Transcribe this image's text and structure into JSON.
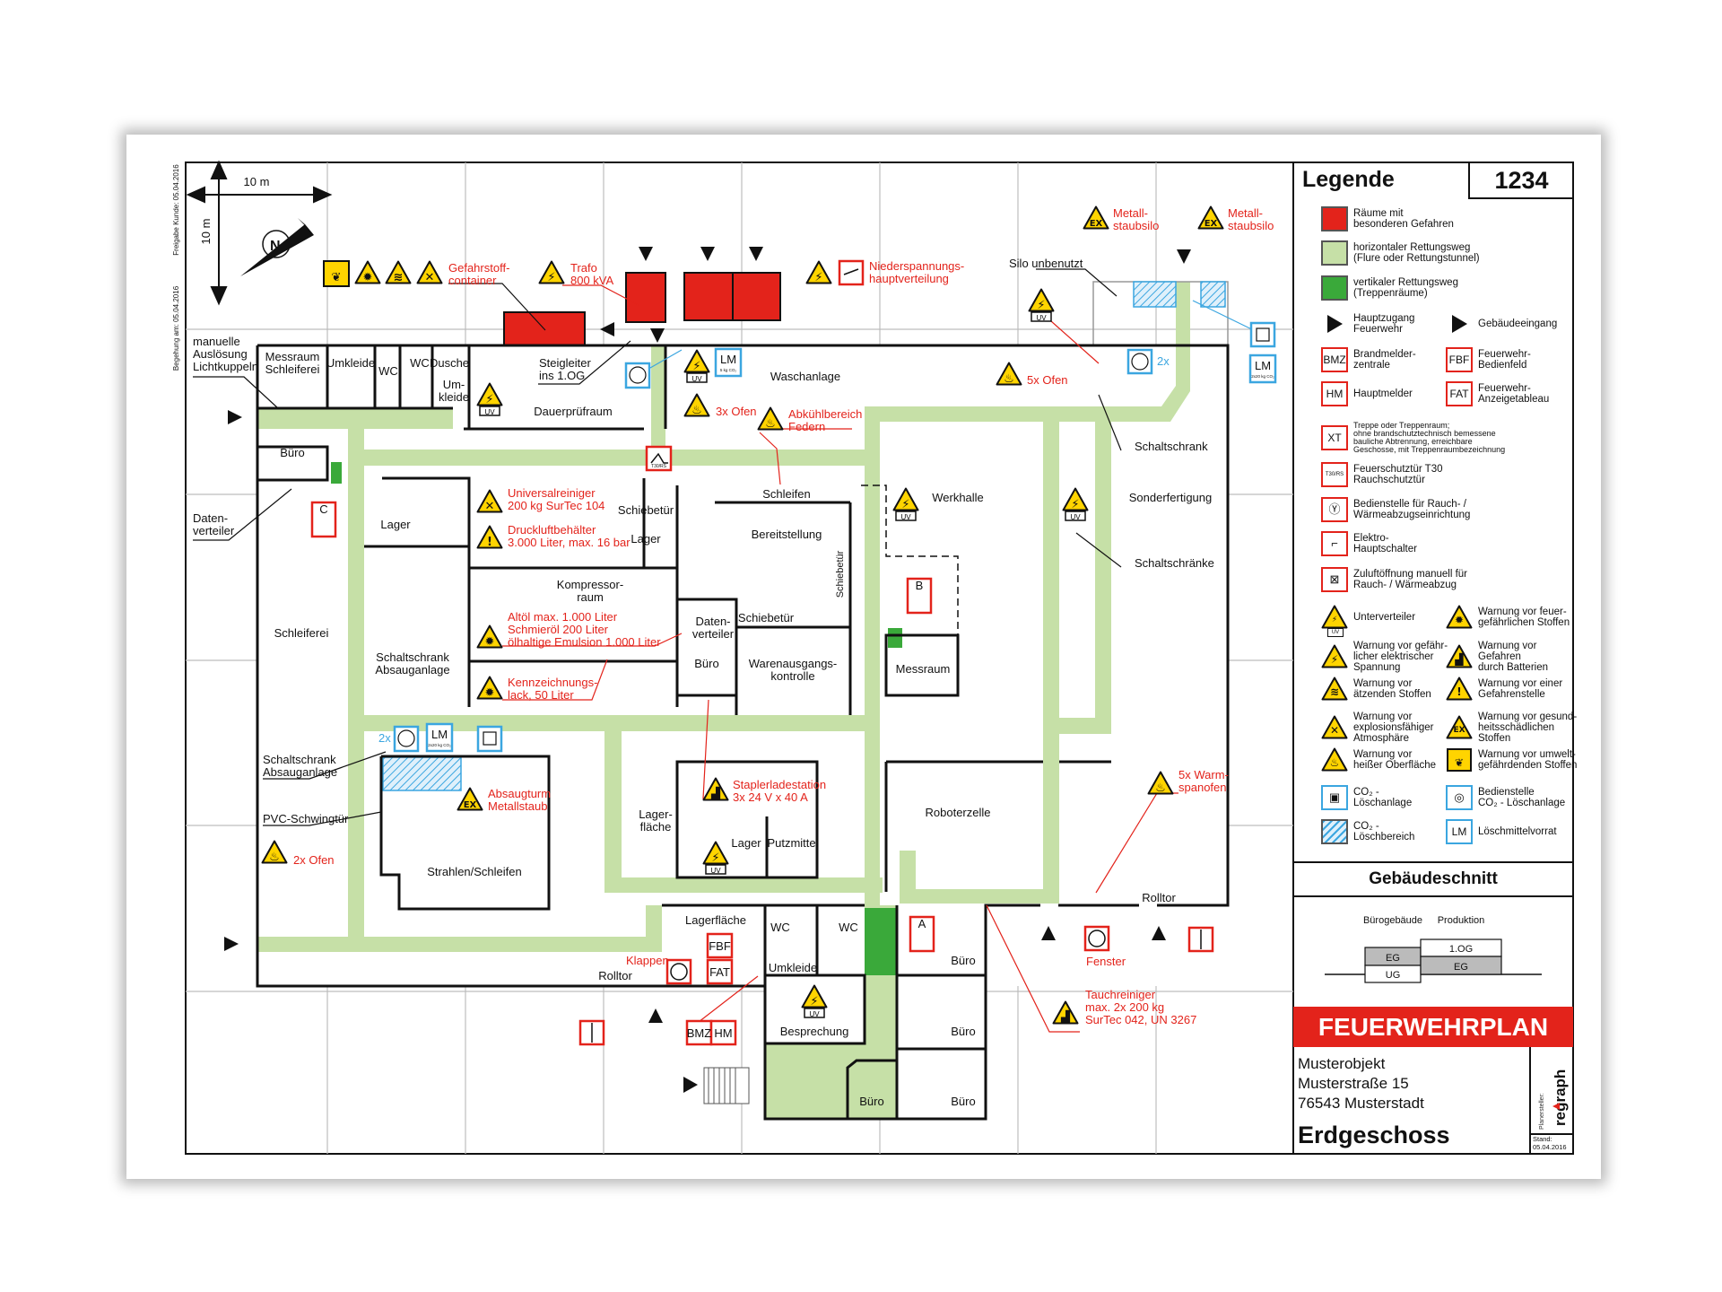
{
  "legend": {
    "title": "Legende",
    "plan_number": "1234",
    "items": [
      {
        "icon": "red-room",
        "text": [
          "Räume mit",
          "besonderen Gefahren"
        ]
      },
      {
        "icon": "horizontal-escape",
        "text": [
          "horizontaler Rettungsweg",
          "(Flure oder Rettungstunnel)"
        ]
      },
      {
        "icon": "vertical-escape",
        "text": [
          "vertikaler Rettungsweg",
          "(Treppenräume)"
        ]
      },
      {
        "icon": "main-access-triangle",
        "text": [
          "Hauptzugang",
          "Feuerwehr"
        ]
      },
      {
        "icon": "building-entrance-triangle",
        "text": [
          "Gebäudeeingang"
        ]
      },
      {
        "icon": "code-box",
        "code": "BMZ",
        "text": [
          "Brandmelder-",
          "zentrale"
        ]
      },
      {
        "icon": "code-box",
        "code": "FBF",
        "text": [
          "Feuerwehr-",
          "Bedienfeld"
        ]
      },
      {
        "icon": "code-box",
        "code": "HM",
        "text": [
          "Hauptmelder"
        ]
      },
      {
        "icon": "code-box",
        "code": "FAT",
        "text": [
          "Feuerwehr-",
          "Anzeigetableau"
        ]
      },
      {
        "icon": "stair",
        "code": "XT",
        "text": [
          "Treppe oder Treppenraum;",
          "ohne brandschutztechnisch bemessene",
          "bauliche Abtrennung, erreichbare",
          "Geschosse, mit Treppenraumbezeichnung"
        ]
      },
      {
        "icon": "fire-door",
        "code": "T30/RS",
        "text": [
          "Feuerschutztür T30",
          "Rauchschutztür"
        ]
      },
      {
        "icon": "smoke-vent-control",
        "text": [
          "Bedienstelle für Rauch- /",
          "Wärmeabzugseinrichtung"
        ]
      },
      {
        "icon": "main-switch",
        "text": [
          "Elektro-",
          "Hauptschalter"
        ]
      },
      {
        "icon": "air-inlet",
        "text": [
          "Zuluftöffnung manuell für",
          "Rauch- / Wärmeabzug"
        ]
      },
      {
        "icon": "warning-electric-uv",
        "code": "UV",
        "text": [
          "Unterverteiler"
        ]
      },
      {
        "icon": "warning-flammable",
        "text": [
          "Warnung vor feuer-",
          "gefährlichen Stoffen"
        ]
      },
      {
        "icon": "warning-electric",
        "text": [
          "Warnung vor gefähr-",
          "licher elektrischer",
          "Spannung"
        ]
      },
      {
        "icon": "warning-battery",
        "text": [
          "Warnung vor",
          "Gefahren",
          "durch Batterien"
        ]
      },
      {
        "icon": "warning-corrosive",
        "text": [
          "Warnung vor",
          "ätzenden Stoffen"
        ]
      },
      {
        "icon": "warning-danger",
        "text": [
          "Warnung vor einer",
          "Gefahrenstelle"
        ]
      },
      {
        "icon": "warning-explosive",
        "text": [
          "Warnung vor",
          "explosionsfähiger",
          "Atmosphäre"
        ]
      },
      {
        "icon": "warning-ex",
        "code": "EX",
        "text": [
          "Warnung vor gesund-",
          "heitsschädlichen",
          "Stoffen"
        ]
      },
      {
        "icon": "warning-hot",
        "text": [
          "Warnung vor",
          "heißer Oberfläche"
        ]
      },
      {
        "icon": "warning-environment",
        "text": [
          "Warnung vor umwelt-",
          "gefährdenden Stoffen"
        ]
      },
      {
        "icon": "co2-system",
        "text": [
          "CO₂ -",
          "Löschanlage"
        ]
      },
      {
        "icon": "co2-control",
        "text": [
          "Bedienstelle",
          "CO₂ - Löschanlage"
        ]
      },
      {
        "icon": "co2-area",
        "text": [
          "CO₂ -",
          "Löschbereich"
        ]
      },
      {
        "icon": "extinguishing-supply",
        "code": "LM",
        "text": [
          "Löschmittelvorrat"
        ]
      }
    ]
  },
  "section": {
    "title": "Gebäudeschnitt",
    "office_label": "Bürogebäude",
    "production_label": "Produktion",
    "office_floors": [
      "EG",
      "UG"
    ],
    "production_floors": [
      "1.OG",
      "EG"
    ]
  },
  "title_block": {
    "banner": "FEUERWEHRPLAN",
    "object": "Musterobjekt",
    "street": "Musterstraße 15",
    "city": "76543 Musterstadt",
    "floor": "Erdgeschoss",
    "planner_label": "Planersteller:",
    "planner_logo": "regraph",
    "stand_label": "Stand:",
    "stand_date": "05.04.2016"
  },
  "plan": {
    "scale_h": "10 m",
    "scale_v": "10 m",
    "approval": "Freigabe Kunde: 05.04.2016",
    "inspection": "Begehung am: 05.04.2016",
    "rooms": {
      "manuell": [
        "manuelle",
        "Auslösung",
        "Lichtkuppeln"
      ],
      "messraum_schl": [
        "Messraum",
        "Schleiferei"
      ],
      "umkleide1": [
        "Umkleide"
      ],
      "wc1": [
        "WC"
      ],
      "wc2": [
        "WC"
      ],
      "dusche": [
        "Dusche"
      ],
      "umkleide2": [
        "Um-",
        "kleide"
      ],
      "steigleiter": [
        "Steigleiter",
        "ins 1.OG"
      ],
      "dauerpruef": [
        "Dauerprüfraum"
      ],
      "waschanlage": [
        "Waschanlage"
      ],
      "buero1": [
        "Büro"
      ],
      "datenverteiler1": [
        "Daten-",
        "verteiler"
      ],
      "lager1": [
        "Lager"
      ],
      "schiebetuer1": [
        "Schiebetür"
      ],
      "lager2": [
        "Lager"
      ],
      "kompressor": [
        "Kompressor-",
        "raum"
      ],
      "schleifen": [
        "Schleifen"
      ],
      "bereitstellung": [
        "Bereitstellung"
      ],
      "schiebetuer_v": [
        "Schiebetür"
      ],
      "werkhalle": [
        "Werkhalle"
      ],
      "sonderfertigung": [
        "Sonderfertigung"
      ],
      "schaltschrank1": [
        "Schaltschrank"
      ],
      "schaltschraenke": [
        "Schaltschränke"
      ],
      "silo": [
        "Silo unbenutzt"
      ],
      "schleiferei": [
        "Schleiferei"
      ],
      "schaltschrank_abs1": [
        "Schaltschrank",
        "Absauganlage"
      ],
      "datenverteiler2": [
        "Daten-",
        "verteiler"
      ],
      "schiebetuer2": [
        "Schiebetür"
      ],
      "buero2": [
        "Büro"
      ],
      "warenausgang": [
        "Warenausgangs-",
        "kontrolle"
      ],
      "messraum": [
        "Messraum"
      ],
      "schaltschrank_abs2": [
        "Schaltschrank",
        "Absauganlage"
      ],
      "pvc": [
        "PVC-Schwingtür"
      ],
      "strahlen": [
        "Strahlen/Schleifen"
      ],
      "lagerflaeche1": [
        "Lager-",
        "fläche"
      ],
      "lager3": [
        "Lager"
      ],
      "putzmittel": [
        "Putzmittel"
      ],
      "roboterzelle": [
        "Roboterzelle"
      ],
      "lagerflaeche2": [
        "Lagerfläche"
      ],
      "wc3": [
        "WC"
      ],
      "wc4": [
        "WC"
      ],
      "umkleide3": [
        "Umkleide"
      ],
      "besprechung": [
        "Besprechung"
      ],
      "buero3": [
        "Büro"
      ],
      "buero4": [
        "Büro"
      ],
      "buero5": [
        "Büro"
      ],
      "buero6": [
        "Büro"
      ],
      "rolltor1": [
        "Rolltor"
      ],
      "rolltor2": [
        "Rolltor"
      ]
    },
    "hazards": {
      "gefahrstoff": [
        "Gefahrstoff-",
        "container"
      ],
      "trafo": [
        "Trafo",
        "800 kVA"
      ],
      "nshv": [
        "Niederspannungs-",
        "hauptverteilung"
      ],
      "silo1": [
        "Metall-",
        "staubsilo"
      ],
      "silo2": [
        "Metall-",
        "staubsilo"
      ],
      "ofen5": [
        "5x Ofen"
      ],
      "ofen3": [
        "3x Ofen"
      ],
      "abkuehl": [
        "Abkühlbereich",
        "Federn"
      ],
      "universal": [
        "Universalreiniger",
        "200 kg SurTec 104"
      ],
      "druckluft": [
        "Druckluftbehälter",
        "3.000 Liter, max. 16 bar"
      ],
      "altoel": [
        "Altöl max. 1.000 Liter",
        "Schmieröl 200 Liter",
        "ölhaltige Emulsion 1.000 Liter"
      ],
      "lack": [
        "Kennzeichnungs-",
        "lack, 50 Liter"
      ],
      "absaugturm": [
        "Absaugturm",
        "Metallstaub"
      ],
      "ofen2": [
        "2x Ofen"
      ],
      "stapler": [
        "Staplerladestation",
        "3x 24 V x 40 A"
      ],
      "warmspan": [
        "5x Warm-",
        "spanofen"
      ],
      "klappen": [
        "Klappen"
      ],
      "fenster": [
        "Fenster"
      ],
      "tauch": [
        "Tauchreiniger",
        "max. 2x 200 kg",
        "SurTec 042, UN 3267"
      ]
    },
    "co2_counts": {
      "a": [
        "2x"
      ],
      "b": [
        "2x"
      ]
    },
    "badges": {
      "fbf": "FBF",
      "fat": "FAT",
      "bmz": "BMZ",
      "hm": "HM",
      "lm": "LM",
      "lm_5": "5 kg CO₂",
      "lm_20": "2x20 kg CO₂",
      "t30": "T30/RS",
      "stair_a": "A",
      "stair_b": "B",
      "stair_c": "C",
      "uv": "UV",
      "ex": "EX"
    }
  },
  "colors": {
    "red": "#e3231b",
    "escape_light": "#c6e0a7",
    "escape_dark": "#3aa93a",
    "co2_blue": "#3ba6e0",
    "warning_yellow": "#ffd400"
  }
}
